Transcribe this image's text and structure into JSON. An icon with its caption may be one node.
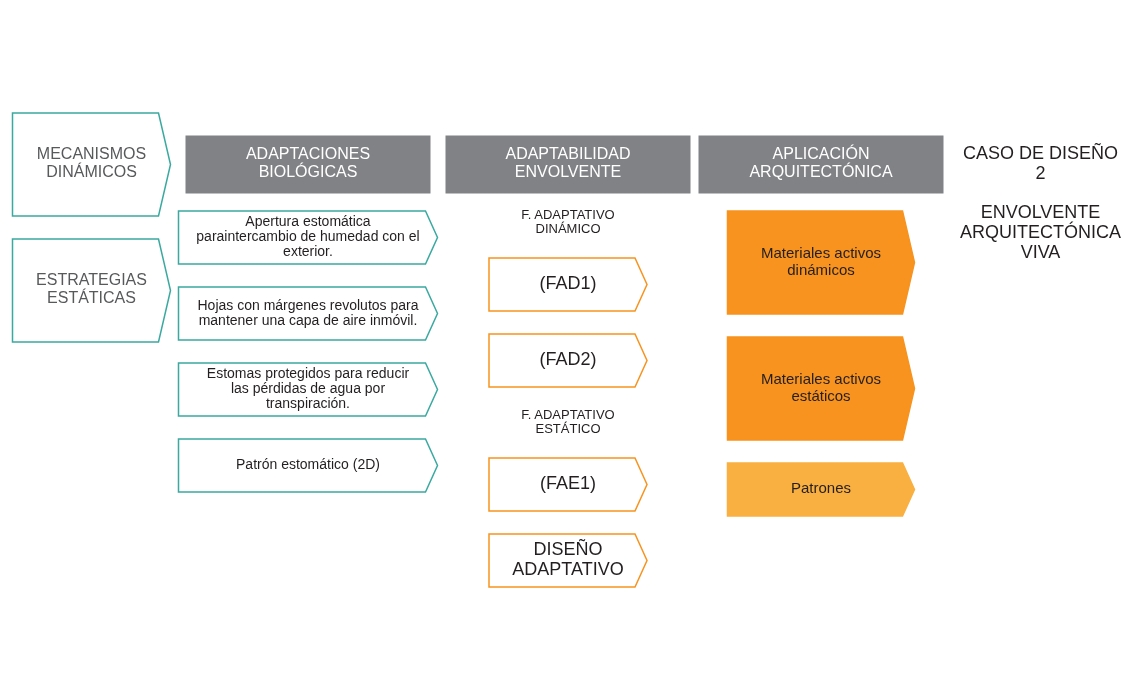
{
  "diagram": {
    "nodes": [
      {
        "text": [
          "MECANISMOS DINÁMICOS"
        ]
      },
      {
        "text": [
          "Apertura estomática paraintercambio de humedad con el exterior."
        ]
      },
      {
        "text": [
          "Hojas con márgenes revolutos para mantener una capa de aire inmóvil."
        ]
      },
      {
        "text": [
          "(FAD1)"
        ]
      },
      {
        "text": [
          "(FAD2)"
        ]
      },
      {
        "text": [
          "Materiales activos dinámicos"
        ]
      },
      {
        "text": [
          "ESTRATEGIAS ESTÁTICAS"
        ]
      },
      {
        "text": [
          "Estomas protegidos para reducir las pérdidas de agua por transpiración."
        ]
      },
      {
        "text": [
          "Patrón estomático (2D)"
        ]
      },
      {
        "text": [
          "(FAE1)"
        ]
      },
      {
        "text": [
          "DISEÑO ADAPTATIVO"
        ]
      },
      {
        "text": [
          "Materiales activos estáticos"
        ]
      },
      {
        "text": [
          "Patrones"
        ]
      }
    ],
    "labels": [
      "ADAPTACIONES BIOLÓGICAS",
      "ADAPTABILIDAD ENVOLVENTE",
      "APLICACIÓN ARQUITECTÓNICA",
      "F. ADAPTATIVO DINÁMICO",
      "F. ADAPTATIVO ESTÁTICO",
      "CASO DE DISEÑO 2",
      "ENVOLVENTE ARQUITECTÓNICA VIVA"
    ]
  }
}
